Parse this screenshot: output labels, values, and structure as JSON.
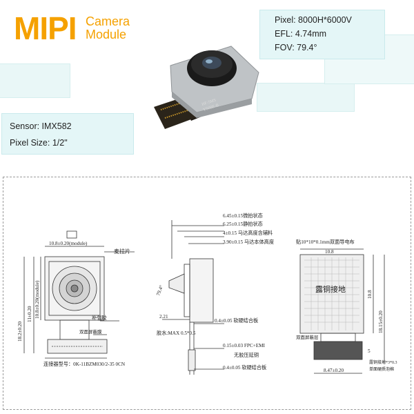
{
  "brand": {
    "logo_text": "MIPI",
    "subtitle_line1": "Camera",
    "subtitle_line2": "Module"
  },
  "specs_top": {
    "pixel": "Pixel: 8000H*6000V",
    "efl": "EFL: 4.74mm",
    "fov": "FOV: 79.4°"
  },
  "specs_left": {
    "sensor": "Sensor: IMX582",
    "pixel_size": "Pixel Size: 1/2\""
  },
  "product_image": {
    "fpc_label_1": "HF-5MS",
    "fpc_label_2": "YS08E-B"
  },
  "colors": {
    "accent": "#f5a100",
    "panel": "#e4f6f7"
  },
  "drawing": {
    "front": {
      "dim_module_width": "10.8±0.20(module)",
      "dim_module_height": "10.8±0.20(module)",
      "dim_height_11": "11±0.20",
      "dim_height_total": "18.2±0.20",
      "label_mylar": "麦拉片",
      "label_stiffener": "补强胶",
      "label_shield": "双面屏蔽膜",
      "label_connector": "连接器型号：0K-11BZM030/2-35 0CN"
    },
    "side": {
      "dim_1": "6.45±0.15微拍状态",
      "dim_2": "6.25±0.15静拍状态",
      "dim_3": "4±0.15 马达高度含辅料",
      "dim_4": "3.90±0.15 马达本体高度",
      "angle": "79.4°",
      "dim_left": "2.21",
      "label_glue": "胶水:MAX 0.5*0.5",
      "dim_board_1": "0.4±0.05 软硬结合板",
      "dim_fpc": "0.15±0.03 FPC+EMI",
      "label_no_press": "无胶压延铜",
      "dim_board_2": "0.4±0.05 软硬结合板"
    },
    "back": {
      "label_conductive": "贴10*10*0.1mm双面导电布",
      "dim_width": "10.8",
      "label_ground": "露铜接地",
      "dim_height_right": "10.8",
      "dim_total_right": "18.15±0.20",
      "label_shield": "双面屏蔽层",
      "dim_conn_w": "8.47±0.20",
      "dim_conn_h": "5",
      "label_copper": "露铜接地*3*0.3",
      "label_single": "单面硬质泡棉"
    }
  }
}
